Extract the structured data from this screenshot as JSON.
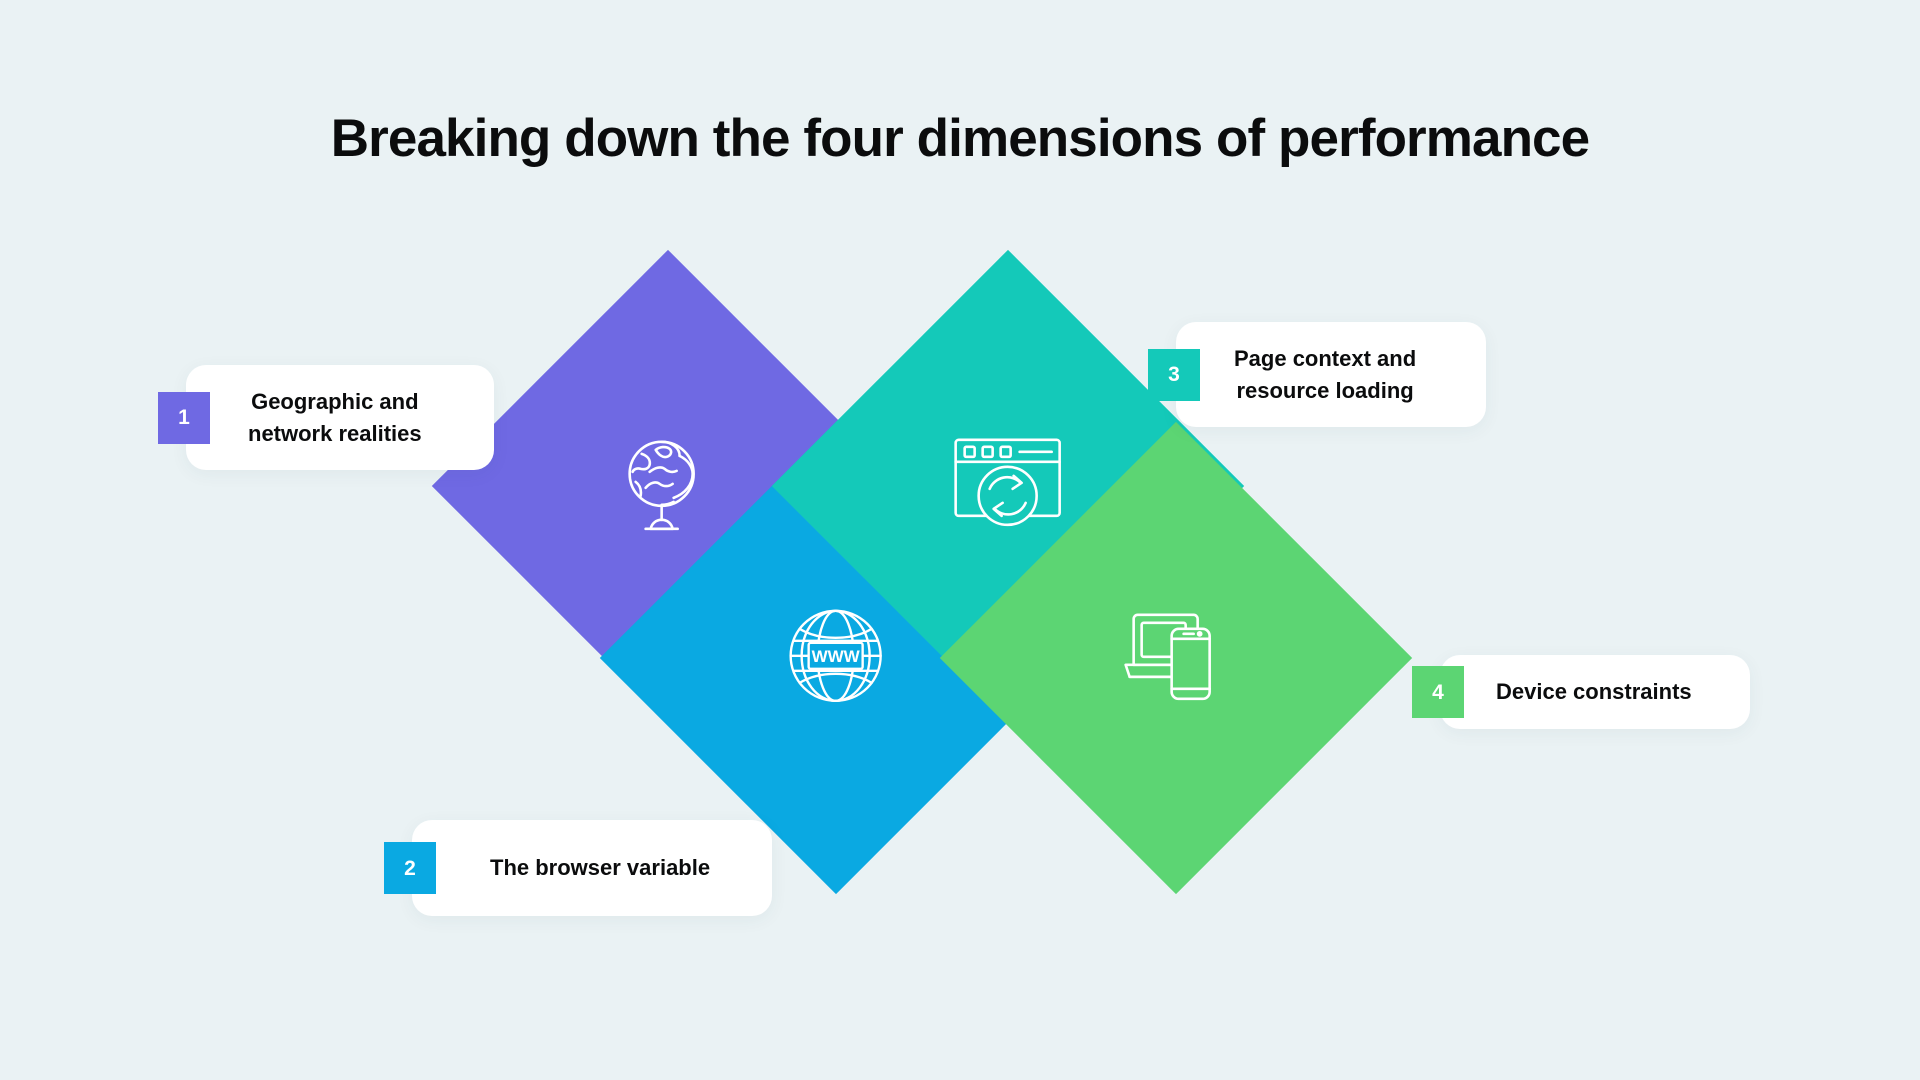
{
  "page": {
    "background_color": "#eaf2f4",
    "title": "Breaking down the four dimensions of performance"
  },
  "diamonds": [
    {
      "id": 1,
      "color": "#6f69e3",
      "icon": "desk-globe-icon",
      "icon_label": ""
    },
    {
      "id": 2,
      "color": "#0aa9e2",
      "icon": "www-globe-icon",
      "icon_label": "WWW"
    },
    {
      "id": 3,
      "color": "#14c9b9",
      "icon": "browser-refresh-icon",
      "icon_label": ""
    },
    {
      "id": 4,
      "color": "#5cd573",
      "icon": "laptop-smartphone-icon",
      "icon_label": ""
    }
  ],
  "cards": [
    {
      "number": "1",
      "label": "Geographic and\nnetwork realities",
      "badge_color": "#6f69e3"
    },
    {
      "number": "2",
      "label": "The browser variable",
      "badge_color": "#0aa9e2"
    },
    {
      "number": "3",
      "label": "Page context and\nresource loading",
      "badge_color": "#14c9b9"
    },
    {
      "number": "4",
      "label": "Device constraints",
      "badge_color": "#5cd573"
    }
  ]
}
